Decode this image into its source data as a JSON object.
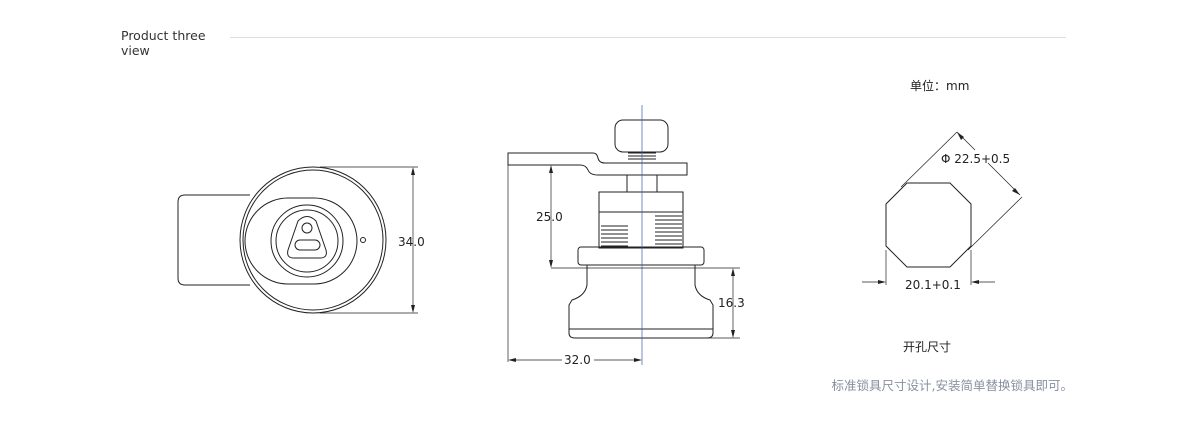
{
  "header": {
    "title": "Product three view"
  },
  "units_label": "单位：mm",
  "front_view": {
    "height_dim": "34.0"
  },
  "side_view": {
    "height_dim": "25.0",
    "knob_dim": "16.3",
    "width_dim": "32.0"
  },
  "cutout": {
    "diameter_dim": "Φ 22.5+0.5",
    "width_dim": "20.1+0.1",
    "caption": "开孔尺寸"
  },
  "footer": {
    "note": "标准锁具尺寸设计,安装简单替换锁具即可。"
  }
}
